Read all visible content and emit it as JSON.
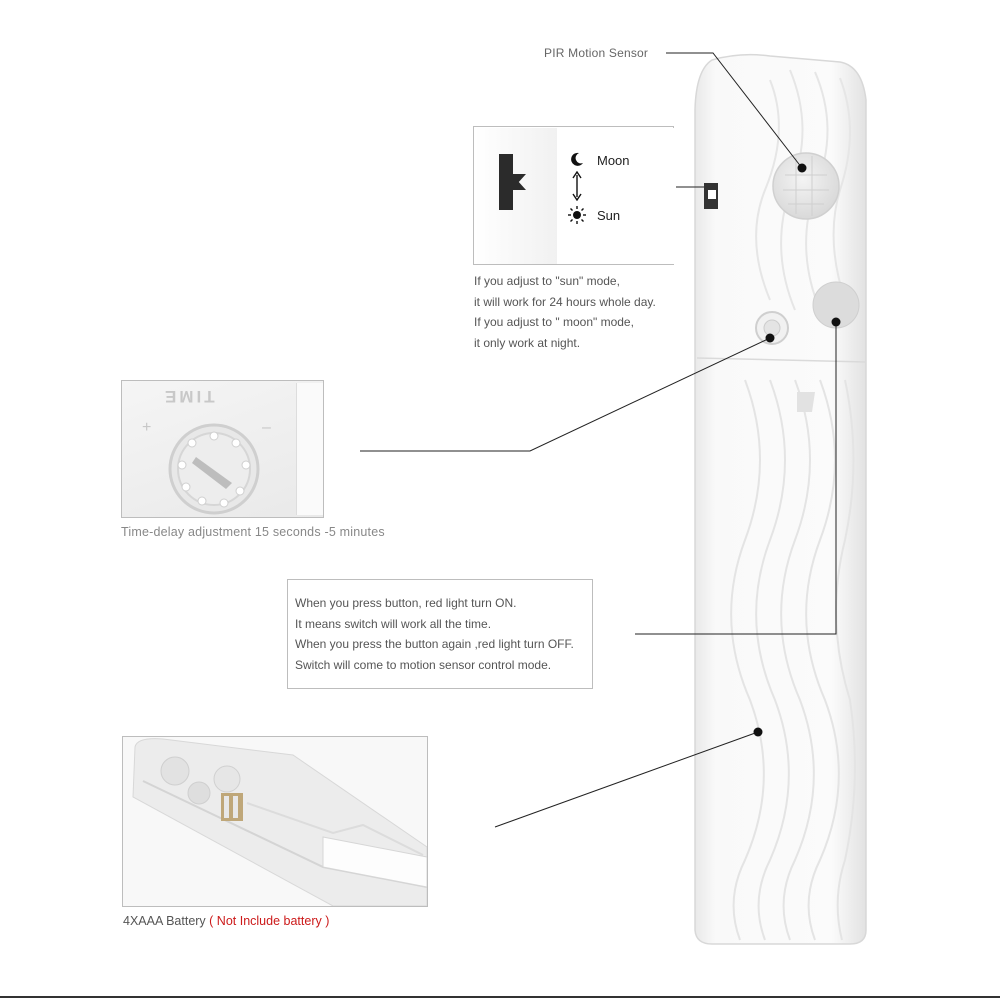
{
  "pir": {
    "label": "PIR Motion Sensor"
  },
  "mode_switch": {
    "moon_label": "Moon",
    "sun_label": "Sun",
    "moon_icon": "moon-icon",
    "sun_icon": "sun-icon",
    "desc": [
      "If you adjust to \"sun\" mode,",
      "it will work for 24 hours whole day.",
      "If you adjust to \" moon\" mode,",
      "it only work at night."
    ]
  },
  "time_delay": {
    "dial_label": "TIME",
    "caption": "Time-delay adjustment 15 seconds -5 minutes"
  },
  "button_info": {
    "lines": [
      "When you press button, red light turn ON.",
      "It means switch will work all the time.",
      "When you press the button again ,red light turn OFF.",
      "Switch will come to motion sensor control mode."
    ]
  },
  "battery": {
    "caption": "4XAAA Battery",
    "note": "( Not Include battery )",
    "note_color": "#cc1a1a"
  }
}
